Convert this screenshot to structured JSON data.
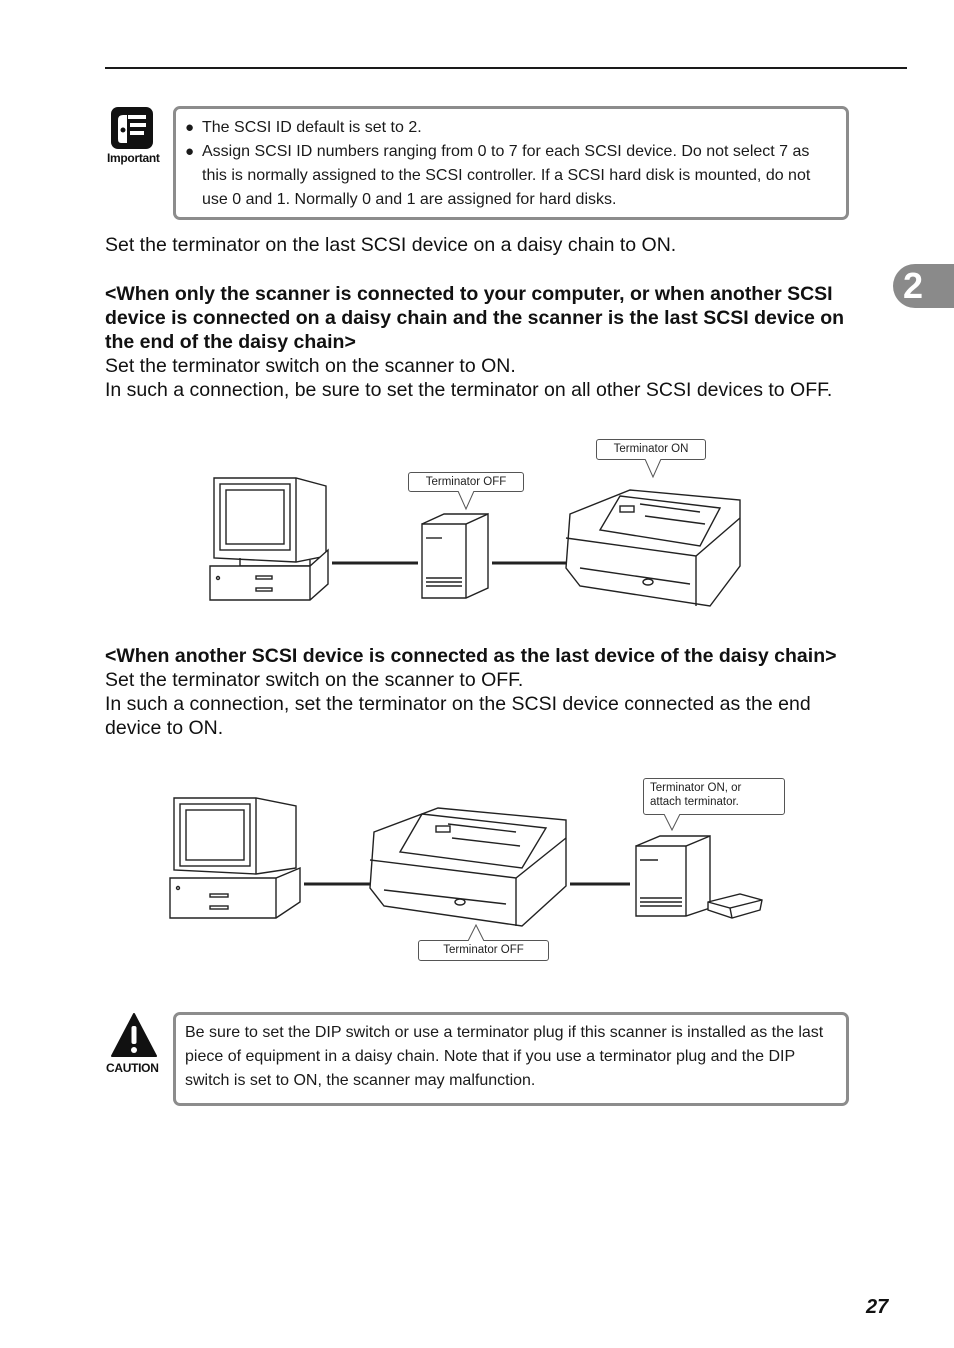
{
  "chapter_tab": "2",
  "important": {
    "icon_label": "Important",
    "bullets": [
      "The SCSI ID default is set to 2.",
      "Assign SCSI ID numbers ranging from 0 to 7 for each SCSI device. Do not select 7 as this is normally assigned to the SCSI controller. If a SCSI hard disk is mounted, do not use 0 and 1. Normally 0 and 1 are assigned for hard disks."
    ]
  },
  "intro": "Set the terminator on the last SCSI device on a daisy chain to ON.",
  "section1": {
    "heading": "<When only the scanner is connected to your computer, or when another SCSI device is connected on a daisy chain and the scanner is the last SCSI device on the end of the daisy chain>",
    "line1": "Set the terminator switch on the scanner to ON.",
    "line2": "In such a connection, be sure to set the terminator on all other SCSI devices to OFF.",
    "callout_scanner": "Terminator ON",
    "callout_device": "Terminator OFF"
  },
  "section2": {
    "heading": "<When another SCSI device is connected as the last device of the daisy chain>",
    "line1": "Set the terminator switch on the scanner to OFF.",
    "line2": "In such a connection, set the terminator on the SCSI device connected as the end device to ON.",
    "callout_device_1": "Terminator ON, or",
    "callout_device_2": "attach terminator.",
    "callout_scanner": "Terminator OFF"
  },
  "caution": {
    "icon_label": "CAUTION",
    "text": "Be sure to set the DIP switch or use a terminator plug if this scanner is installed as the last piece of equipment in a daisy chain. Note that if you use a terminator plug and the DIP switch is set to ON, the scanner may malfunction."
  },
  "page_number": "27"
}
